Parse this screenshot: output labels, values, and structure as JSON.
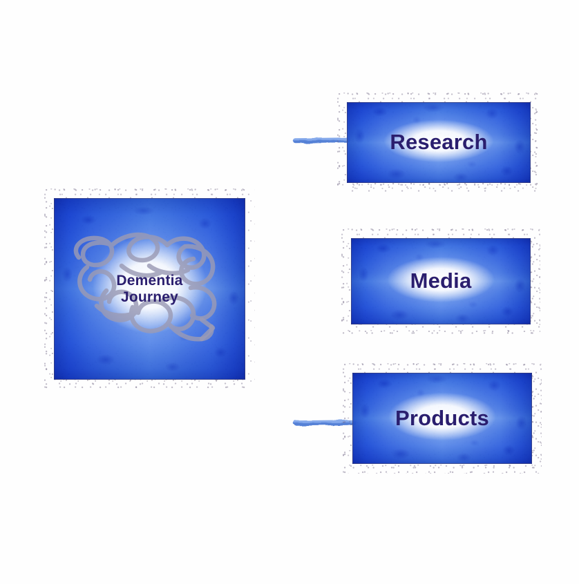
{
  "diagram": {
    "title": "Dementia Journey",
    "type": "hub-and-spoke",
    "background_color": "#fefefe",
    "text_color": "#2a1e6e",
    "node_fill_color": "#4a81e6",
    "node_edge_color": "#2f63cf",
    "connector_color": "#5b8ae0",
    "scribble_color": "#9b9bb5"
  },
  "nodes": {
    "hub": {
      "label": "Dementia\nJourney",
      "icon": "tangled-scribble-arrow-icon"
    },
    "branches": [
      {
        "label": "Research"
      },
      {
        "label": "Media"
      },
      {
        "label": "Products"
      }
    ]
  },
  "connectors": [
    {
      "from": "hub",
      "to": "Research"
    },
    {
      "from": "hub",
      "to": "Media"
    },
    {
      "from": "hub",
      "to": "Products"
    }
  ]
}
